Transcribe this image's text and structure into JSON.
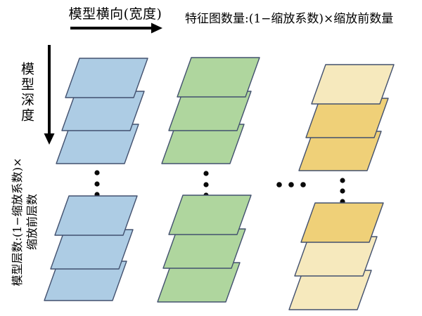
{
  "annotations": {
    "width_label": "模型横向(宽度)",
    "feature_map_label": "特征图数量:(1−缩放系数)×缩放前数量",
    "depth_label": "模型深度",
    "layer_count_label_line1": "模型层数:(1−缩放系数)×",
    "layer_count_label_line2": "缩放前层数"
  },
  "colors": {
    "blue": "#ADCCE4",
    "green": "#AFD69E",
    "gold": "#EFD078",
    "cream": "#F6E9BD",
    "stroke": "#42506E",
    "arrow": "#000000",
    "text": "#000000"
  },
  "diagram": {
    "description": "Model scaling diagram: three columns of stacked feature-map parallelograms (blue, green, yellow), each column split into a top stack of 3 layers and a bottom stack of 3 layers separated by vertical ellipsis dots; a horizontal ellipsis between the green and yellow columns indicates more columns.",
    "columns": [
      {
        "name": "blue-column",
        "top_stack_layers": 3,
        "bottom_stack_layers": 3,
        "top_stack_fills": [
          "blue",
          "blue",
          "blue"
        ],
        "bottom_stack_fills": [
          "blue",
          "blue",
          "blue"
        ],
        "vertical_ellipsis_dots": 3
      },
      {
        "name": "green-column",
        "top_stack_layers": 3,
        "bottom_stack_layers": 3,
        "top_stack_fills": [
          "green",
          "green",
          "green"
        ],
        "bottom_stack_fills": [
          "green",
          "green",
          "green"
        ],
        "vertical_ellipsis_dots": 3
      },
      {
        "name": "yellow-column",
        "top_stack_layers": 3,
        "bottom_stack_layers": 3,
        "top_stack_fills": [
          "cream",
          "gold",
          "gold"
        ],
        "bottom_stack_fills": [
          "gold",
          "cream",
          "cream"
        ],
        "vertical_ellipsis_dots": 3
      }
    ],
    "horizontal_ellipsis_dots": 3,
    "arrows": [
      {
        "name": "width-arrow",
        "direction": "right"
      },
      {
        "name": "depth-arrow",
        "direction": "down"
      }
    ]
  }
}
